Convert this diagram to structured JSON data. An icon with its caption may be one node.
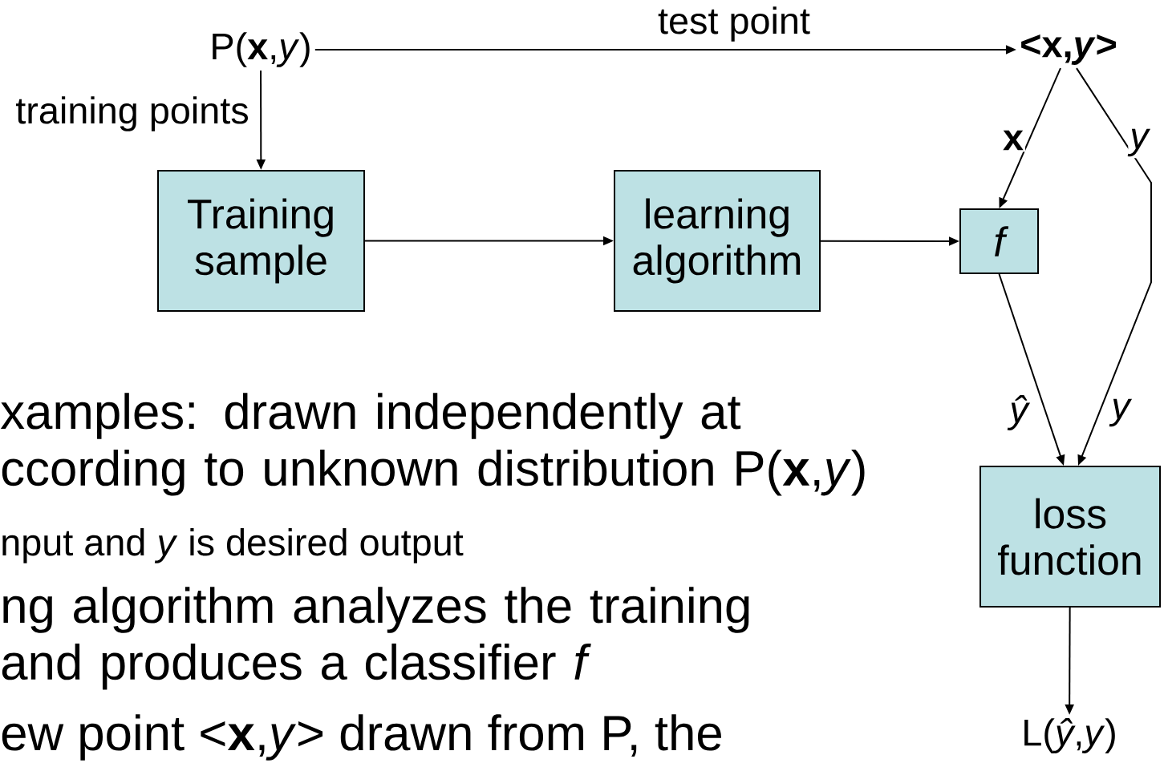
{
  "diagram": {
    "nodes": [
      {
        "text": [
          "P(**x**,*y*)"
        ]
      },
      {
        "text": [
          "<**x**,*y*>"
        ]
      },
      {
        "text": [
          "Training sample"
        ]
      },
      {
        "text": [
          "learning algorithm"
        ]
      },
      {
        "text": [
          "f"
        ]
      },
      {
        "text": [
          "loss function"
        ]
      },
      {
        "text": [
          "L(*ŷ*,*y*)"
        ]
      }
    ],
    "edges": [
      {
        "from": 0,
        "to": 1,
        "arrow": "to",
        "label": "test point"
      },
      {
        "from": 0,
        "to": 2,
        "arrow": "to",
        "label": "training points"
      },
      {
        "from": 2,
        "to": 3,
        "arrow": "to"
      },
      {
        "from": 3,
        "to": 4,
        "arrow": "to"
      },
      {
        "from": 1,
        "to": 4,
        "arrow": "to",
        "label": "x"
      },
      {
        "from": 1,
        "to": 5,
        "arrow": "to",
        "label": "y"
      },
      {
        "from": 4,
        "to": 5,
        "arrow": "to",
        "label": "ŷ"
      },
      {
        "from": 5,
        "to": 6,
        "arrow": "to"
      }
    ],
    "labels": [
      "y",
      "xamples: drawn independently at ccording to unknown distribution P(**x**,*y*)",
      "nput and *y* is desired output",
      "ng algorithm analyzes the training and produces a classifier *f*",
      "ew point <**x**,*y*> drawn from P, the"
    ]
  }
}
